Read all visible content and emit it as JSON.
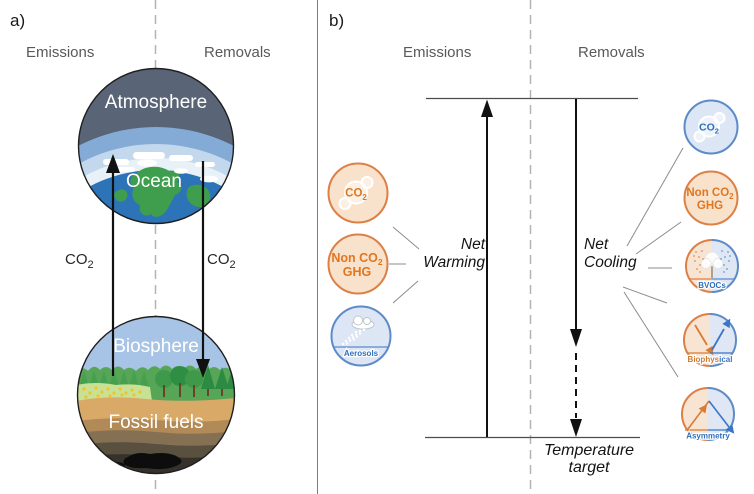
{
  "colors": {
    "orange_border": "#dc8045",
    "orange_fill": "#f9e2cc",
    "orange_text": "#e0761f",
    "blue_border": "#5c8bc7",
    "blue_fill": "#dde6f5",
    "blue_text": "#2e6fbe",
    "section_label_gray": "#595959",
    "line_dark": "#4d4d4d",
    "dash_gray": "#b3b3b3",
    "arrow_black": "#111111"
  },
  "panel_a": {
    "label": "a)",
    "emissions_label": "Emissions",
    "removals_label": "Removals",
    "earth_circle": {
      "atmosphere_label": "Atmosphere",
      "ocean_label": "Ocean"
    },
    "ground_circle": {
      "biosphere_label": "Biosphere",
      "fossil_fuels_label": "Fossil fuels"
    },
    "left_arrow_gas": {
      "base": "CO",
      "sub": "2"
    },
    "right_arrow_gas": {
      "base": "CO",
      "sub": "2"
    }
  },
  "panel_b": {
    "label": "b)",
    "emissions_label": "Emissions",
    "removals_label": "Removals",
    "net_warming": {
      "line1": "Net",
      "line2": "Warming"
    },
    "net_cooling": {
      "line1": "Net",
      "line2": "Cooling"
    },
    "temperature_target": {
      "line1": "Temperature",
      "line2": "target"
    },
    "warming_factors": {
      "co2": {
        "base": "CO",
        "sub": "2"
      },
      "non_co2": {
        "line1_base": "Non CO",
        "line1_sub": "2",
        "line2": "GHG"
      },
      "aerosols": {
        "label": "Aerosols"
      }
    },
    "cooling_factors": {
      "co2": {
        "base": "CO",
        "sub": "2"
      },
      "non_co2": {
        "line1_base": "Non CO",
        "line1_sub": "2",
        "line2": "GHG"
      },
      "bvocs": {
        "label": "BVOCs"
      },
      "biophysical": {
        "label_left": "Biophys",
        "label_right": "ical"
      },
      "asymmetry": {
        "label": "Asymmetry"
      }
    }
  }
}
